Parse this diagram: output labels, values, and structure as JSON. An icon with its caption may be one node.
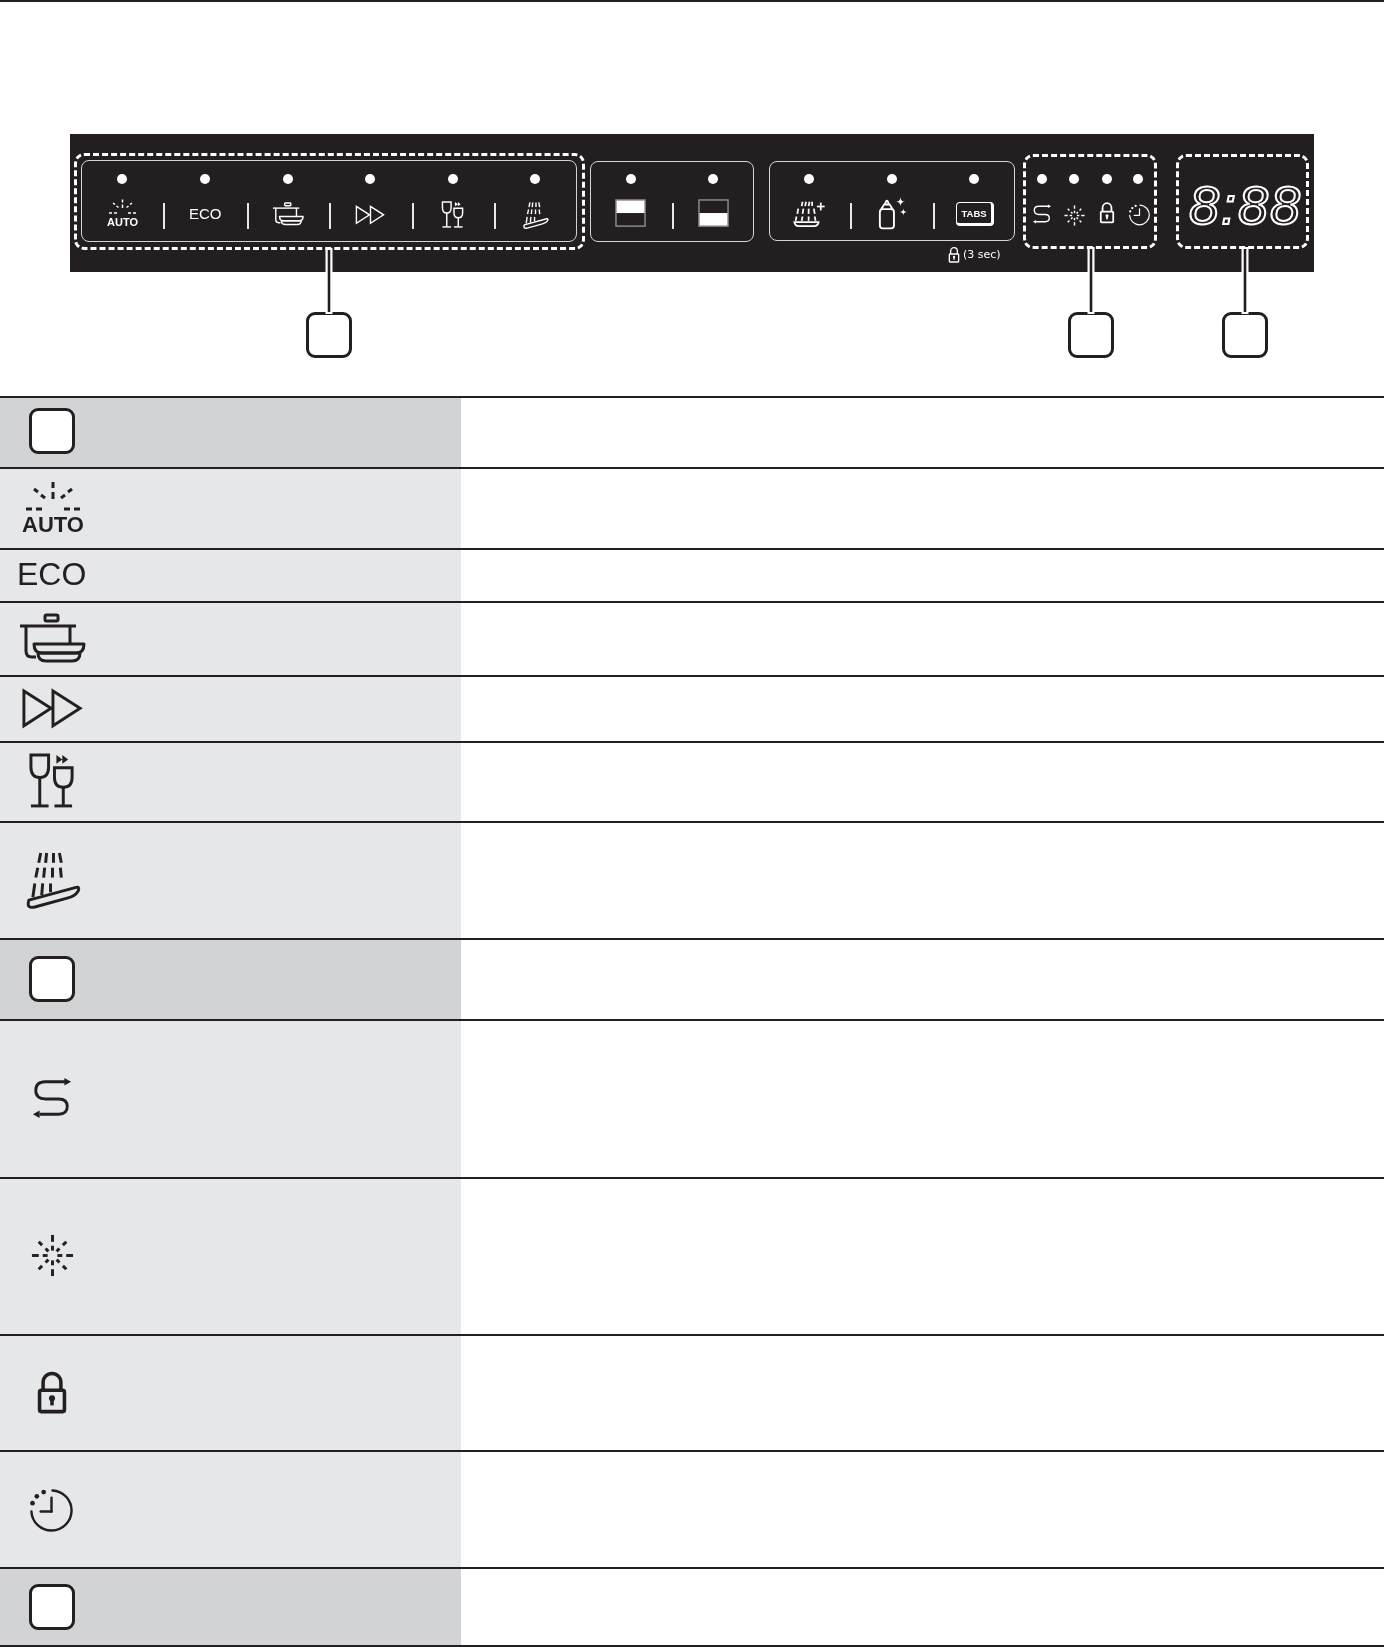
{
  "diagram": {
    "nodes": [
      {
        "text": [],
        "shape": "box"
      },
      {
        "text": [],
        "shape": "box"
      },
      {
        "text": [],
        "shape": "box"
      },
      {
        "text": [],
        "shape": "box"
      },
      {
        "text": [],
        "shape": "box"
      },
      {
        "text": [],
        "shape": "box"
      },
      {
        "text": [],
        "shape": "box"
      },
      {
        "text": [],
        "shape": "box"
      },
      {
        "text": [],
        "shape": "box"
      }
    ],
    "edges": [
      {
        "from": 3,
        "to": 0,
        "arrow": "none"
      },
      {
        "from": 4,
        "to": 1,
        "arrow": "none"
      },
      {
        "from": 5,
        "to": 2,
        "arrow": "none"
      }
    ],
    "labels": [
      "AUTO",
      "ECO",
      "TABS",
      "(3 sec)",
      "8:88",
      "AUTO",
      "ECO"
    ]
  }
}
